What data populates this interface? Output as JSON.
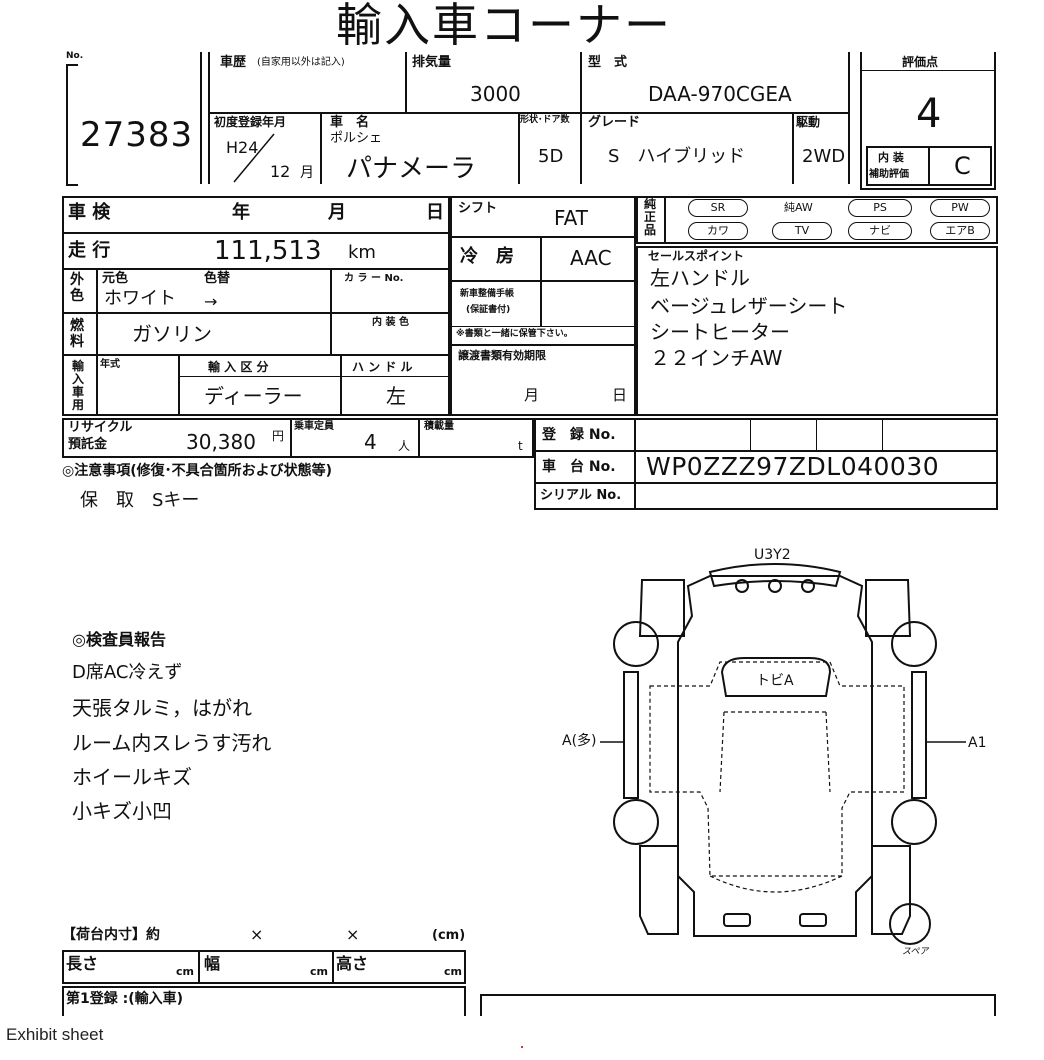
{
  "sheet": {
    "title": "輸入車コーナー",
    "lot_label": "No.",
    "lot_number": "27383",
    "history_label": "車歴",
    "history_note": "(自家用以外は記入)",
    "displacement_label": "排気量",
    "displacement": "3000",
    "model_code_label": "型　式",
    "model_code": "DAA-970CGEA",
    "score_label": "評価点",
    "score": "4",
    "first_reg_label": "初度登録年月",
    "first_reg_year": "H24",
    "first_reg_month": "12",
    "month_unit": "月",
    "car_name_label": "車　名",
    "maker": "ポルシェ",
    "car_name": "パナメーラ",
    "body_label": "形状･ドア数",
    "body": "5D",
    "grade_label": "グレード",
    "grade": "S　ハイブリッド",
    "drive_label": "駆動",
    "drive": "2WD",
    "interior_label_1": "内 装",
    "interior_label_2": "補助評価",
    "interior_score": "C",
    "shaken_label": "車 検",
    "year_label": "年",
    "month_label": "月",
    "day_label": "日",
    "shift_label": "シフト",
    "shift": "FAT",
    "genuine_label_1": "純",
    "genuine_label_2": "正",
    "genuine_label_3": "品",
    "equipment": [
      "SR",
      "純AW",
      "PS",
      "PW",
      "カワ",
      "TV",
      "ナビ",
      "エアB"
    ],
    "mileage_label": "走 行",
    "mileage": "111,513",
    "mileage_unit": "km",
    "ac_label": "冷　房",
    "ac": "AAC",
    "exterior_label": "外色",
    "original_color_label": "元色",
    "repaint_label": "色替",
    "color_no_label": "カ ラ ー No.",
    "color": "ホワイト",
    "color_arrow": "→",
    "fuel_label": "燃料",
    "fuel": "ガソリン",
    "interior_color_label": "内 装 色",
    "import_label": "輸入車用",
    "model_year_label": "年式",
    "import_type_label": "輸 入 区 分",
    "import_type": "ディーラー",
    "handle_label": "ハ ン ド ル",
    "handle": "左",
    "manual_label_1": "新車整備手帳",
    "manual_label_2": "(保証書付)",
    "manual_note": "※書類と一緒に保管下さい。",
    "transfer_label": "譲渡書類有効期限",
    "sales_points_label": "セールスポイント",
    "sales_points": [
      "左ハンドル",
      "ベージュレザーシート",
      "シートヒーター",
      "２２インチAW"
    ],
    "recycle_label_1": "リサイクル",
    "recycle_label_2": "預託金",
    "recycle_fee": "30,380",
    "yen": "円",
    "capacity_label": "乗車定員",
    "capacity": "4",
    "capacity_unit": "人",
    "load_label": "積載量",
    "load_unit": "t",
    "reg_no_label": "登　録 No.",
    "chassis_label": "車　台 No.",
    "chassis_no": "WP0ZZZ97ZDL040030",
    "serial_label": "シリアル No.",
    "notes_label": "◎注意事項(修復･不具合箇所および状態等)",
    "notes": "保　取　Sキー",
    "inspector_label": "◎検査員報告",
    "inspector_notes": [
      "D席AC冷えず",
      "天張タルミ，はがれ",
      "ルーム内スレうす汚れ",
      "ホイールキズ",
      "小キズ小凹"
    ],
    "cargo_label": "【荷台内寸】約",
    "cargo_x": "×",
    "cargo_unit": "(cm)",
    "length_label": "長さ",
    "width_label": "幅",
    "height_label": "高さ",
    "cm": "cm",
    "cut_text": "第1登録 :(輸入車)",
    "diagram_top": "U3Y2",
    "diagram_roof": "トビA",
    "diagram_left": "A(多)",
    "diagram_right": "A1",
    "spare_label": "スペア"
  },
  "footer": {
    "caption": "Exhibit sheet"
  }
}
